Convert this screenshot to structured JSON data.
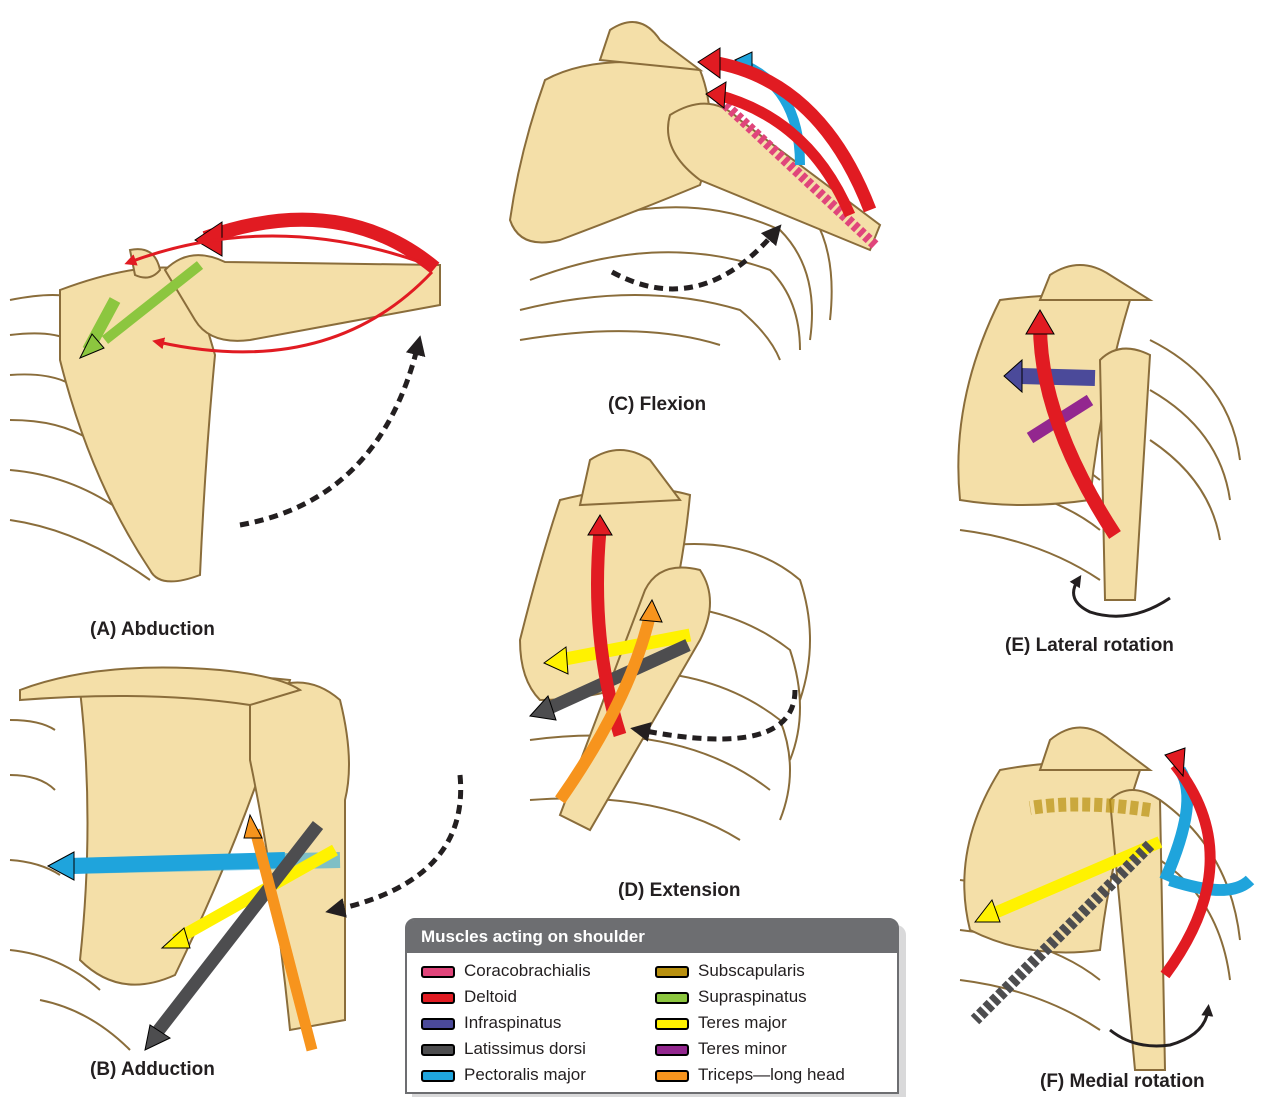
{
  "panels": {
    "a": {
      "label": "(A) Abduction"
    },
    "b": {
      "label": "(B) Adduction"
    },
    "c": {
      "label": "(C) Flexion"
    },
    "d": {
      "label": "(D) Extension"
    },
    "e": {
      "label": "(E) Lateral rotation"
    },
    "f": {
      "label": "(F) Medial rotation"
    }
  },
  "legend": {
    "title": "Muscles acting on shoulder",
    "items": [
      {
        "label": "Coracobrachialis",
        "color": "#e0457b"
      },
      {
        "label": "Deltoid",
        "color": "#e11b22"
      },
      {
        "label": "Infraspinatus",
        "color": "#4b4a9a"
      },
      {
        "label": "Latissimus dorsi",
        "color": "#4d4d4f"
      },
      {
        "label": "Pectoralis major",
        "color": "#1fa4dc"
      },
      {
        "label": "Subscapularis",
        "color": "#b8900f"
      },
      {
        "label": "Supraspinatus",
        "color": "#8cc63f"
      },
      {
        "label": "Teres major",
        "color": "#fff200"
      },
      {
        "label": "Teres minor",
        "color": "#93278f"
      },
      {
        "label": "Triceps—long head",
        "color": "#f7941d"
      }
    ]
  },
  "colors": {
    "bone": "#f4dfa8",
    "bone_outline": "#8a6d3b",
    "motion_arrow": "#231f20"
  }
}
